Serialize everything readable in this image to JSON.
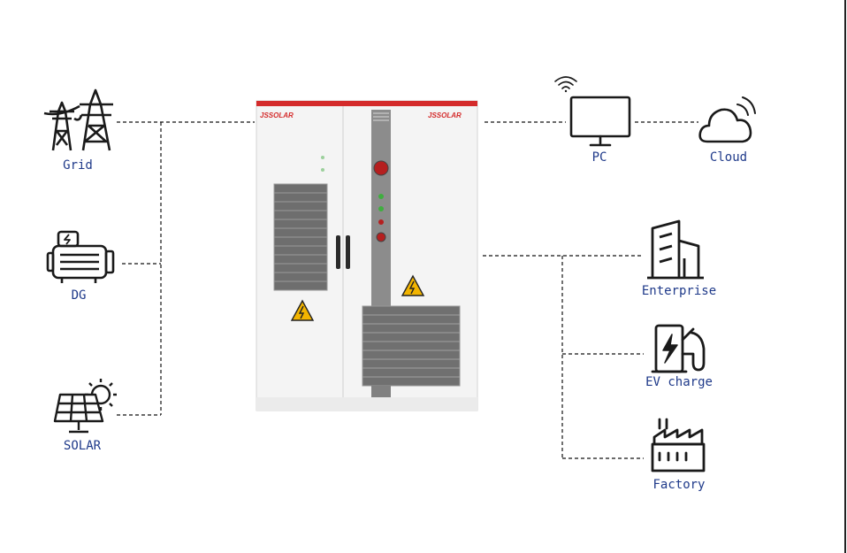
{
  "sources": {
    "grid": "Grid",
    "dg": "DG",
    "solar": "SOLAR"
  },
  "comms": {
    "pc": "PC",
    "cloud": "Cloud"
  },
  "loads": {
    "enterprise": "Enterprise",
    "ev": "EV charge",
    "factory": "Factory"
  },
  "cabinet": {
    "brand_left": "JSSOLAR",
    "brand_right": "JSSOLAR",
    "accent": "#d42b2b"
  },
  "colors": {
    "label": "#1f3a8a",
    "icon": "#1a1a1a"
  }
}
